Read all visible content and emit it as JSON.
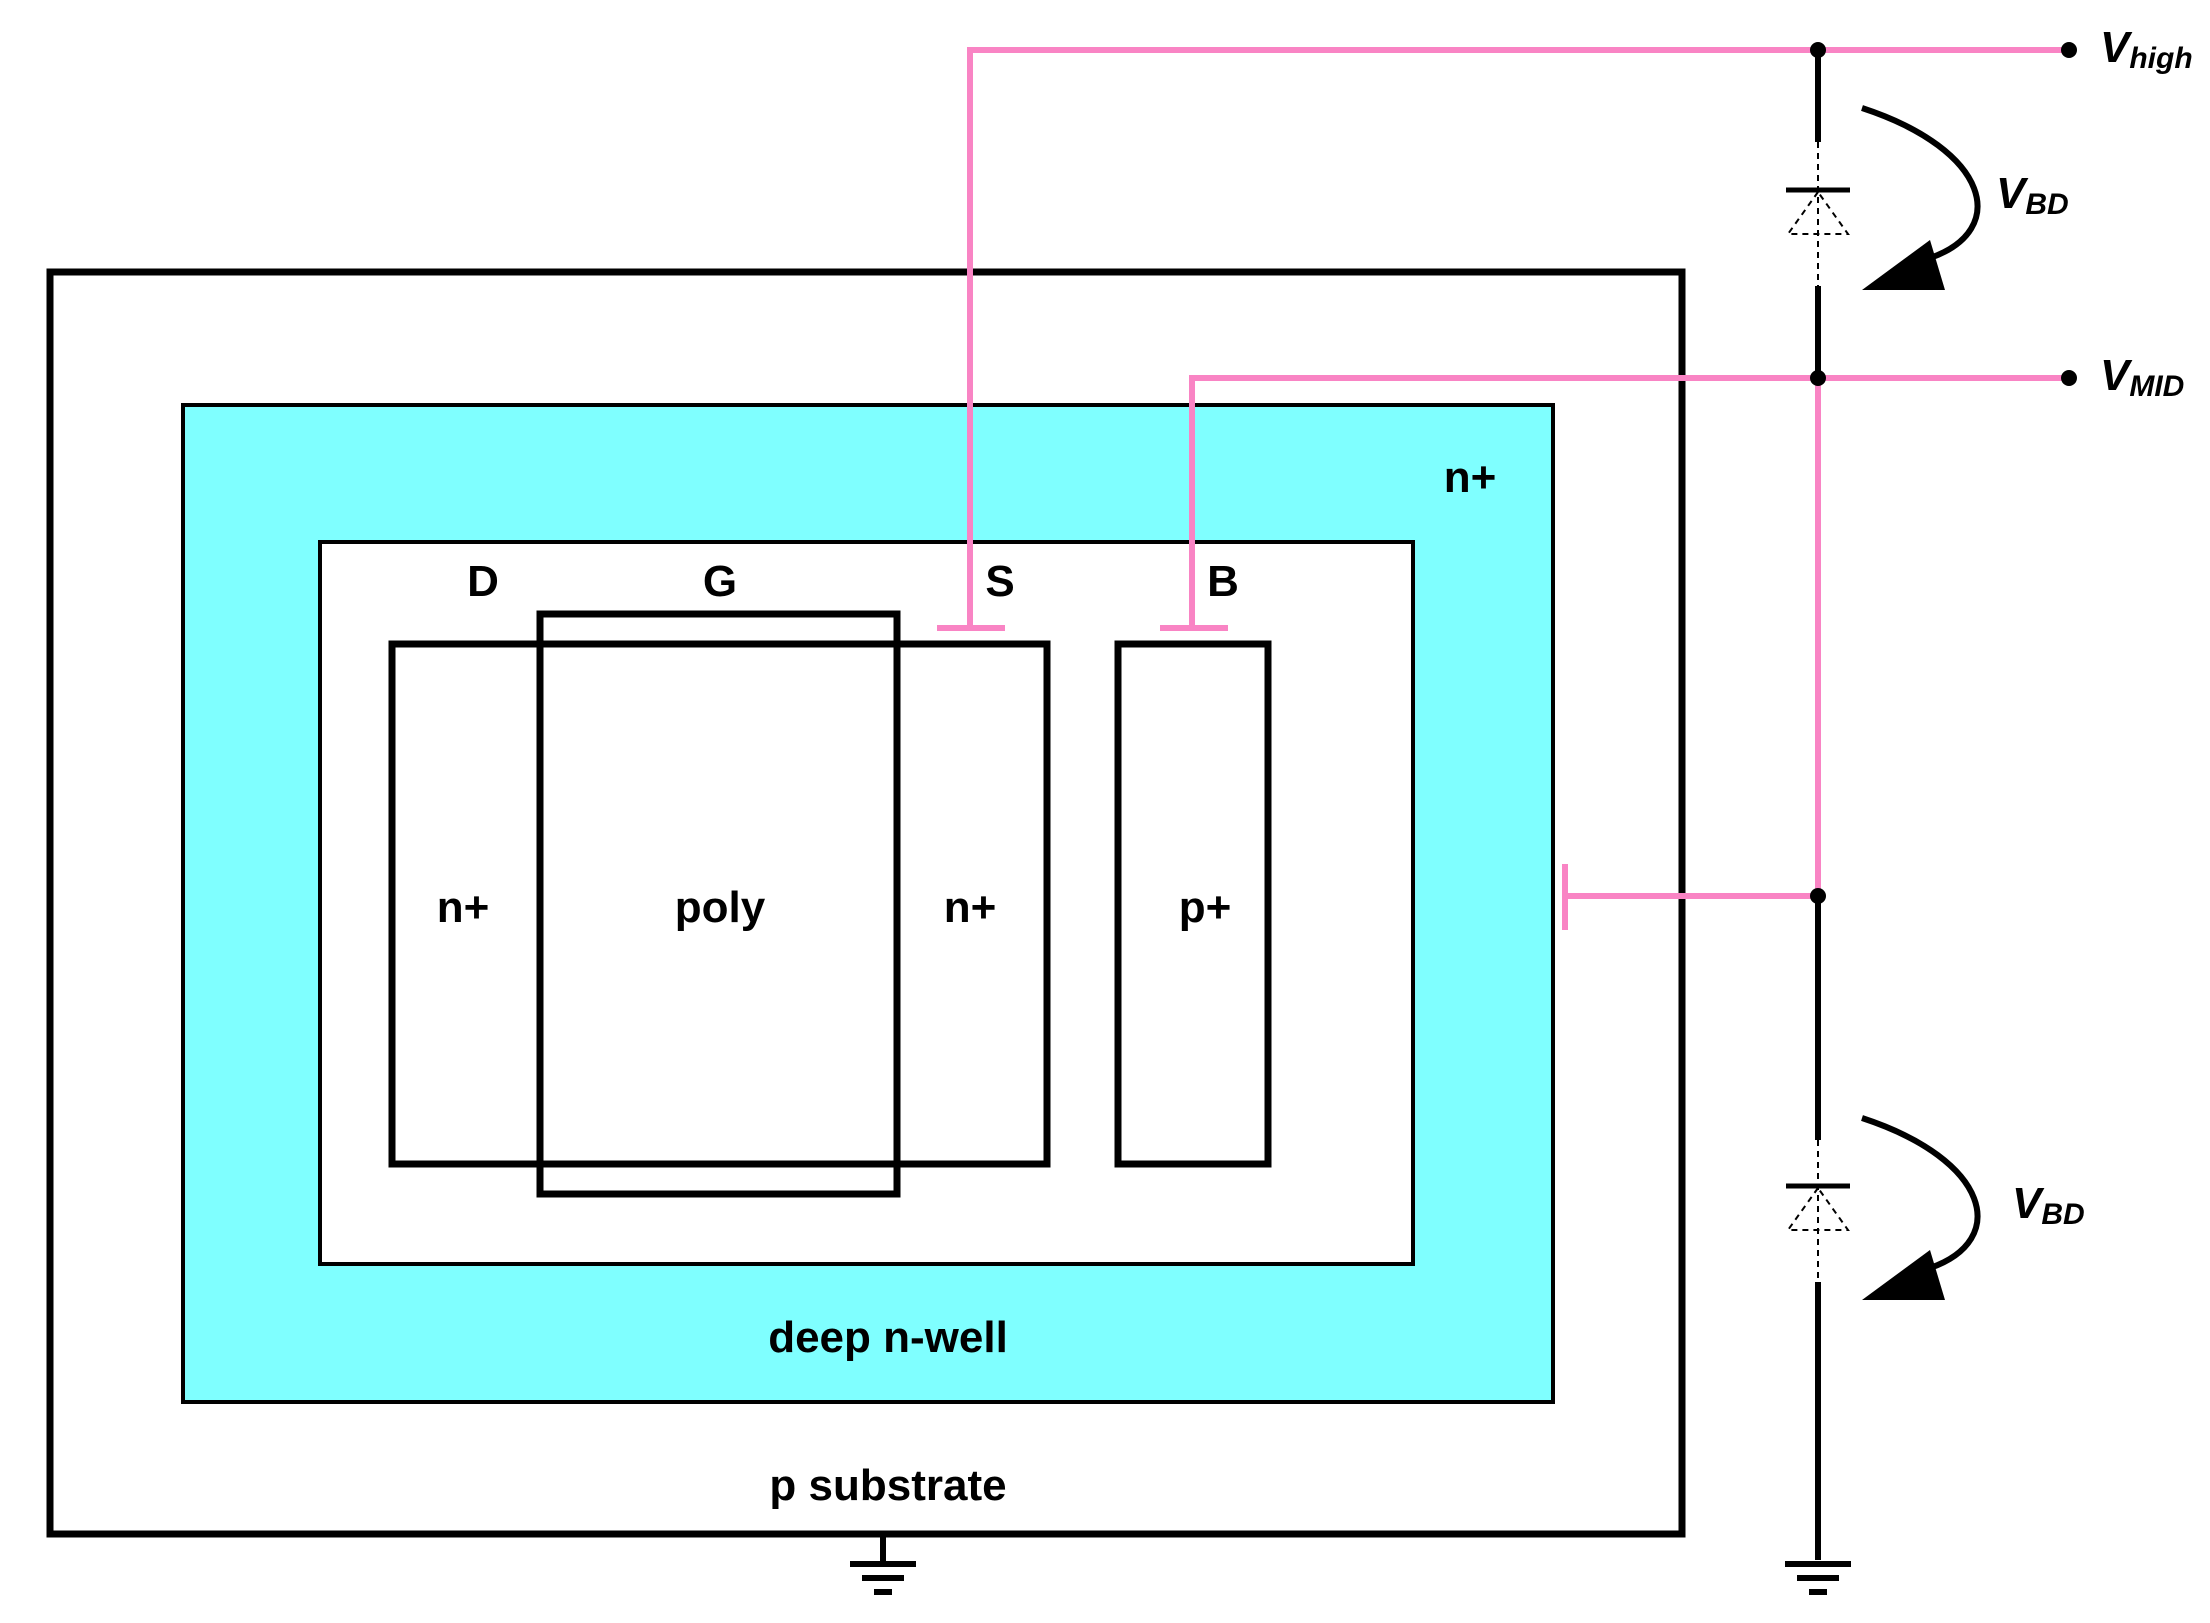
{
  "colors": {
    "deep_nwell_fill": "#7fffff",
    "connection_wire": "#f984c4",
    "outline": "#000000",
    "background": "#ffffff"
  },
  "regions": {
    "substrate": "p substrate",
    "deep_nwell": "deep n-well",
    "ring_contact": "n+",
    "drain_diff": "n+",
    "gate": "poly",
    "source_diff": "n+",
    "bulk_diff": "p+"
  },
  "terminals": {
    "drain": "D",
    "gate": "G",
    "source": "S",
    "bulk": "B"
  },
  "rails": {
    "high": {
      "main": "V",
      "sub": "high"
    },
    "mid": {
      "main": "V",
      "sub": "MID"
    }
  },
  "diodes": {
    "upper": {
      "main": "V",
      "sub": "BD"
    },
    "lower": {
      "main": "V",
      "sub": "BD"
    }
  },
  "icons": {
    "substrate_ground": "ground-icon",
    "circuit_ground": "ground-icon",
    "diode": "zener-diode-icon",
    "breakdown_arrow": "curved-arrow-icon"
  }
}
